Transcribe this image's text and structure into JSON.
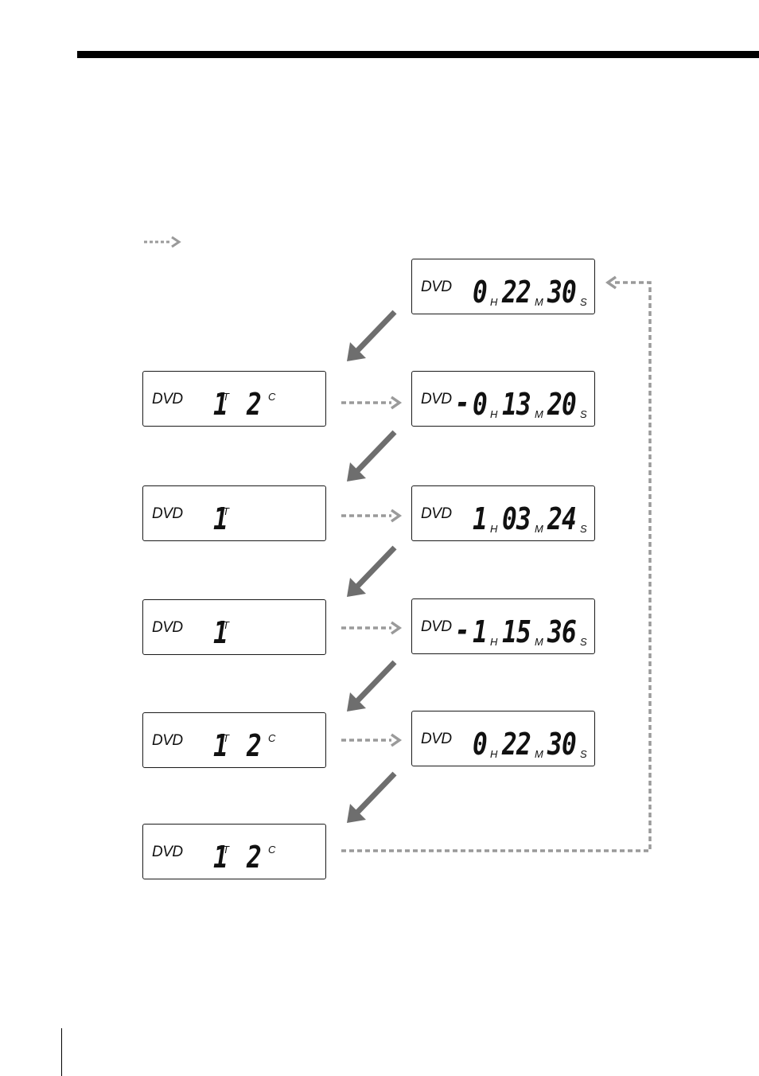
{
  "colors": {
    "solid_arrow": "#6e6e6e",
    "dashed_arrow": "#9a9a9a",
    "lcd_border": "#1a1a1a",
    "rule": "#000000"
  },
  "legend": {
    "icon": "dashed-arrow-icon"
  },
  "right_displays": [
    {
      "label": "DVD",
      "sign": "",
      "hours": "0",
      "hours_unit": "H",
      "minutes": "22",
      "minutes_unit": "M",
      "seconds": "30",
      "seconds_unit": "S"
    },
    {
      "label": "DVD",
      "sign": "-",
      "hours": "0",
      "hours_unit": "H",
      "minutes": "13",
      "minutes_unit": "M",
      "seconds": "20",
      "seconds_unit": "S"
    },
    {
      "label": "DVD",
      "sign": "",
      "hours": "1",
      "hours_unit": "H",
      "minutes": "03",
      "minutes_unit": "M",
      "seconds": "24",
      "seconds_unit": "S"
    },
    {
      "label": "DVD",
      "sign": "-",
      "hours": "1",
      "hours_unit": "H",
      "minutes": "15",
      "minutes_unit": "M",
      "seconds": "36",
      "seconds_unit": "S"
    },
    {
      "label": "DVD",
      "sign": "",
      "hours": "0",
      "hours_unit": "H",
      "minutes": "22",
      "minutes_unit": "M",
      "seconds": "30",
      "seconds_unit": "S"
    }
  ],
  "left_displays": [
    {
      "label": "DVD",
      "title": "1",
      "title_unit": "T",
      "chapter": "2",
      "chapter_unit": "C"
    },
    {
      "label": "DVD",
      "title": "1",
      "title_unit": "T",
      "chapter": "",
      "chapter_unit": ""
    },
    {
      "label": "DVD",
      "title": "1",
      "title_unit": "T",
      "chapter": "",
      "chapter_unit": ""
    },
    {
      "label": "DVD",
      "title": "1",
      "title_unit": "T",
      "chapter": "2",
      "chapter_unit": "C"
    },
    {
      "label": "DVD",
      "title": "1",
      "title_unit": "T",
      "chapter": "2",
      "chapter_unit": "C"
    }
  ]
}
